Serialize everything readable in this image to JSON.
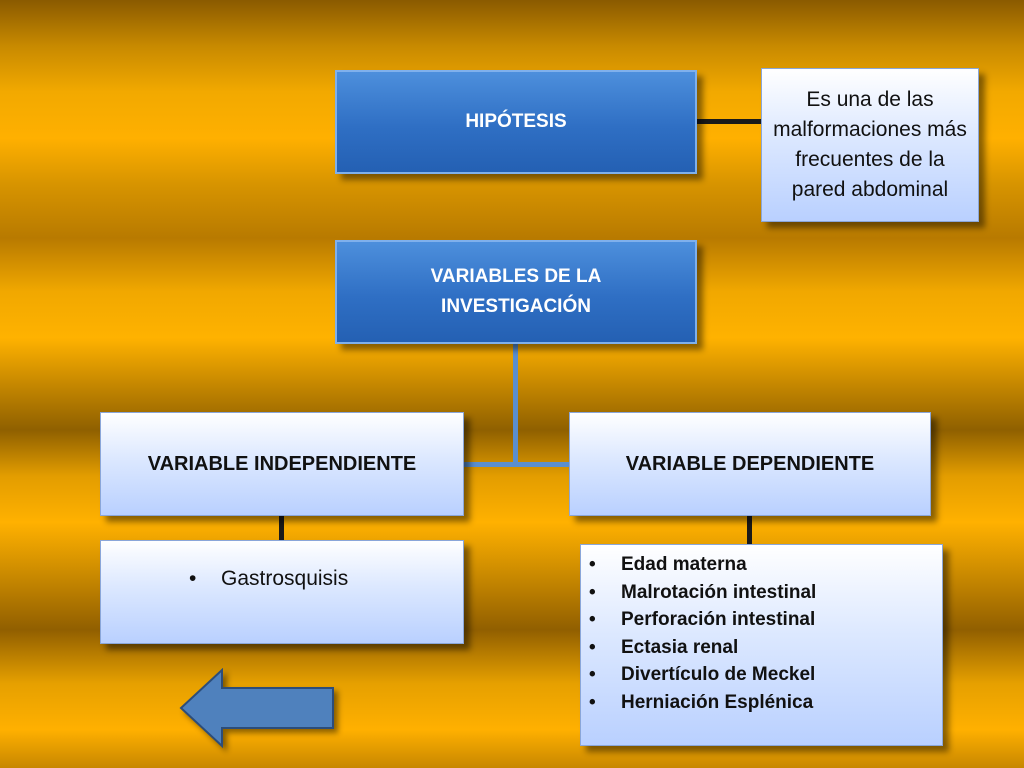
{
  "hypothesis": {
    "title": "HIPÓTESIS",
    "note": "Es una de las malformaciones más frecuentes de la pared abdominal"
  },
  "variables": {
    "title": "VARIABLES DE LA INVESTIGACIÓN",
    "independent": {
      "title": "VARIABLE INDEPENDIENTE",
      "items": [
        "Gastrosquisis"
      ]
    },
    "dependent": {
      "title": "VARIABLE DEPENDIENTE",
      "items": [
        "Edad materna",
        "Malrotación intestinal",
        "Perforación intestinal",
        "Ectasia renal",
        "Divertículo de Meckel",
        "Herniación Esplénica"
      ]
    }
  },
  "navigation": {
    "back_icon": "left-arrow-icon",
    "arrow_color": "#4f81bd"
  },
  "colors": {
    "dark_box": "#2f6fc4",
    "light_box": "#c9dbff",
    "connector_dark": "#1a1a1a",
    "connector_blue": "#5b8fce"
  }
}
